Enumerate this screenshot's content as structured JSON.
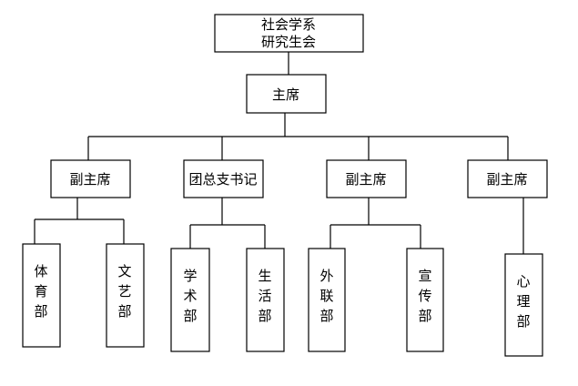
{
  "org_chart": {
    "root": {
      "lines": [
        "社会学系",
        "研究生会"
      ]
    },
    "chair": {
      "label": "主席"
    },
    "branches": [
      {
        "label": "副主席",
        "departments": [
          {
            "label": "体育部"
          },
          {
            "label": "文艺部"
          }
        ]
      },
      {
        "label": "团总支书记",
        "departments": [
          {
            "label": "学术部"
          },
          {
            "label": "生活部"
          }
        ]
      },
      {
        "label": "副主席",
        "departments": [
          {
            "label": "外联部"
          },
          {
            "label": "宣传部"
          }
        ]
      },
      {
        "label": "副主席",
        "departments": [
          {
            "label": "心理部"
          }
        ]
      }
    ]
  }
}
